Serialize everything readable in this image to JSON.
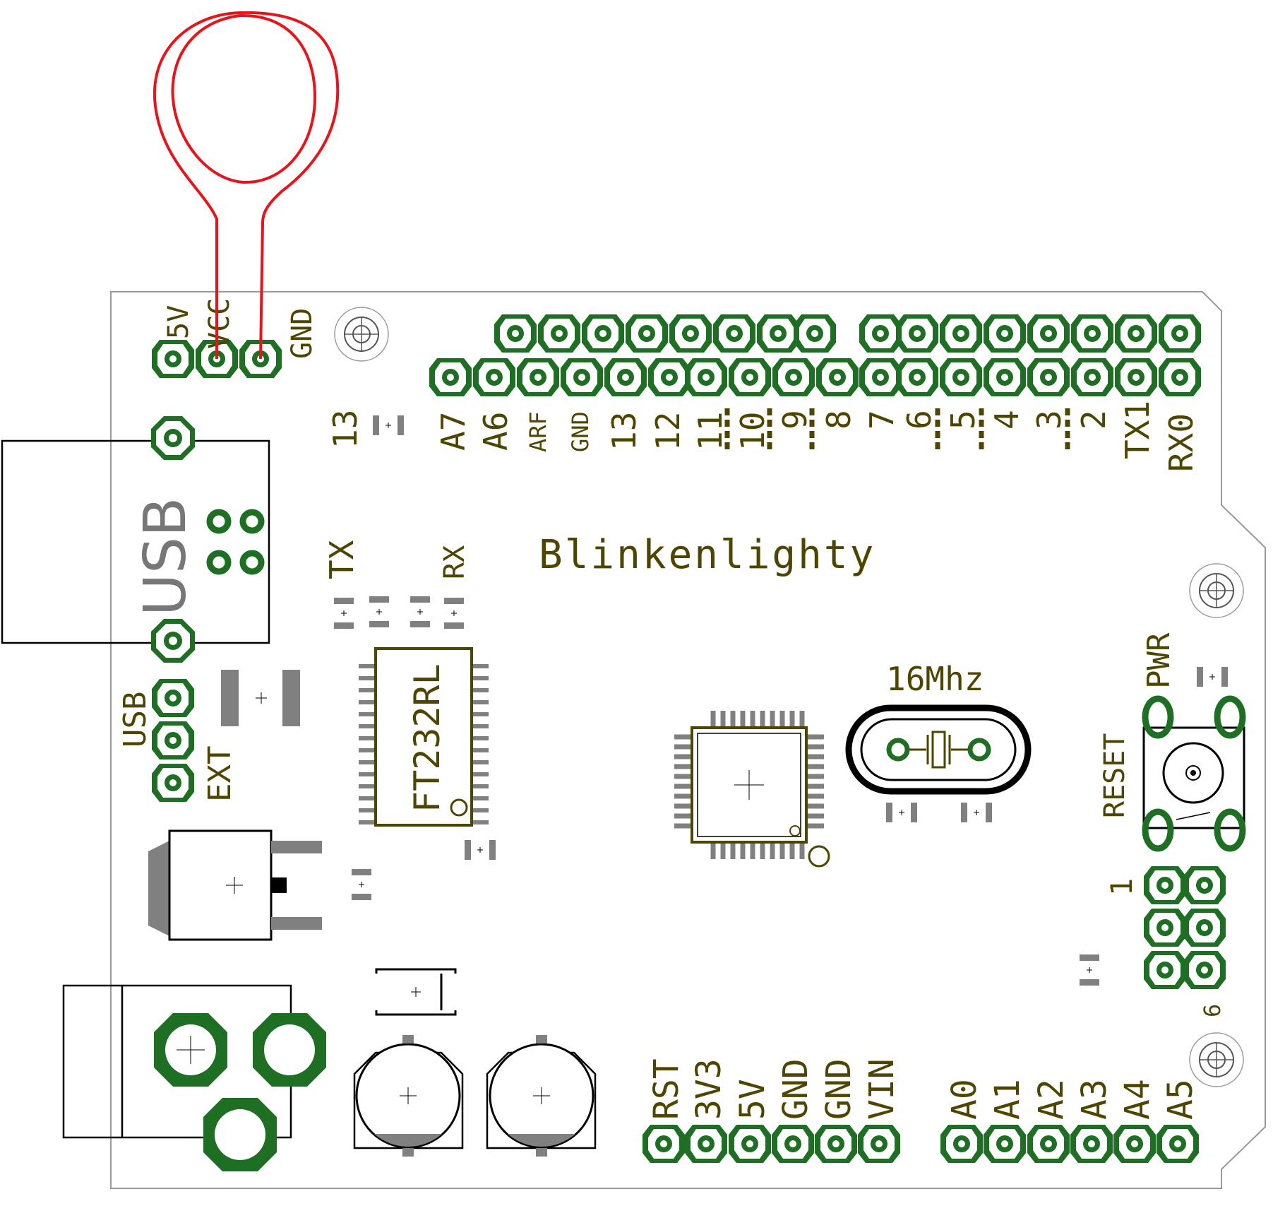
{
  "labels": {
    "pwr_header": [
      "5V",
      "VCC",
      "GND"
    ],
    "led13": "13",
    "top_row": [
      "A7",
      "A6",
      "ARF",
      "GND",
      "13",
      "12",
      "11",
      "10",
      "9",
      "8",
      "7",
      "6",
      "5",
      "4",
      "3",
      "2",
      "TX1",
      "RX0"
    ],
    "usb_connector": "USB",
    "tx": "TX",
    "rx": "RX",
    "board_name": "Blinkenlighty",
    "usb_jumper": "USB",
    "ext_jumper": "EXT",
    "ftdi_chip": "FT232RL",
    "crystal": "16Mhz",
    "pwr_led": "PWR",
    "reset": "RESET",
    "icsp_pin1": "1",
    "icsp_pin6": "6",
    "power_row": [
      "RST",
      "3V3",
      "5V",
      "GND",
      "GND",
      "VIN"
    ],
    "analog_row": [
      "A0",
      "A1",
      "A2",
      "A3",
      "A4",
      "A5"
    ]
  },
  "colors": {
    "silkscreen": "#4d4500",
    "copper": "#1e6e24",
    "wire": "#e8131b",
    "outline": "#000000",
    "smd_pad": "#808080"
  }
}
